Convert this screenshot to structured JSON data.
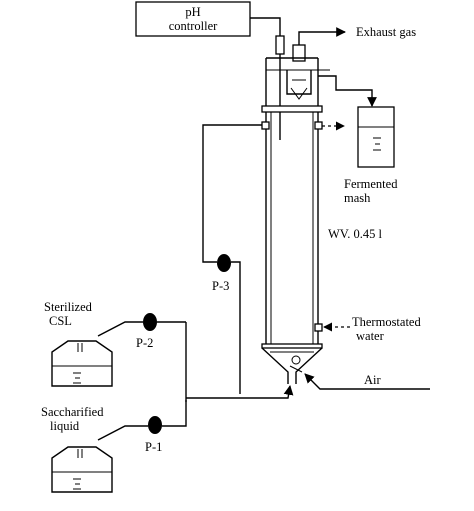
{
  "labels": {
    "ph_controller_line1": "pH",
    "ph_controller_line2": "controller",
    "exhaust_gas": "Exhaust gas",
    "fermented_line1": "Fermented",
    "fermented_line2": "mash",
    "working_volume": "WV. 0.45 l",
    "pump_3": "P-3",
    "pump_2": "P-2",
    "pump_1": "P-1",
    "csl_line1": "Sterilized",
    "csl_line2": "CSL",
    "saccharified_line1": "Saccharified",
    "saccharified_line2": "liquid",
    "thermostated_line1": "Thermostated",
    "thermostated_line2": "water",
    "air": "Air"
  }
}
